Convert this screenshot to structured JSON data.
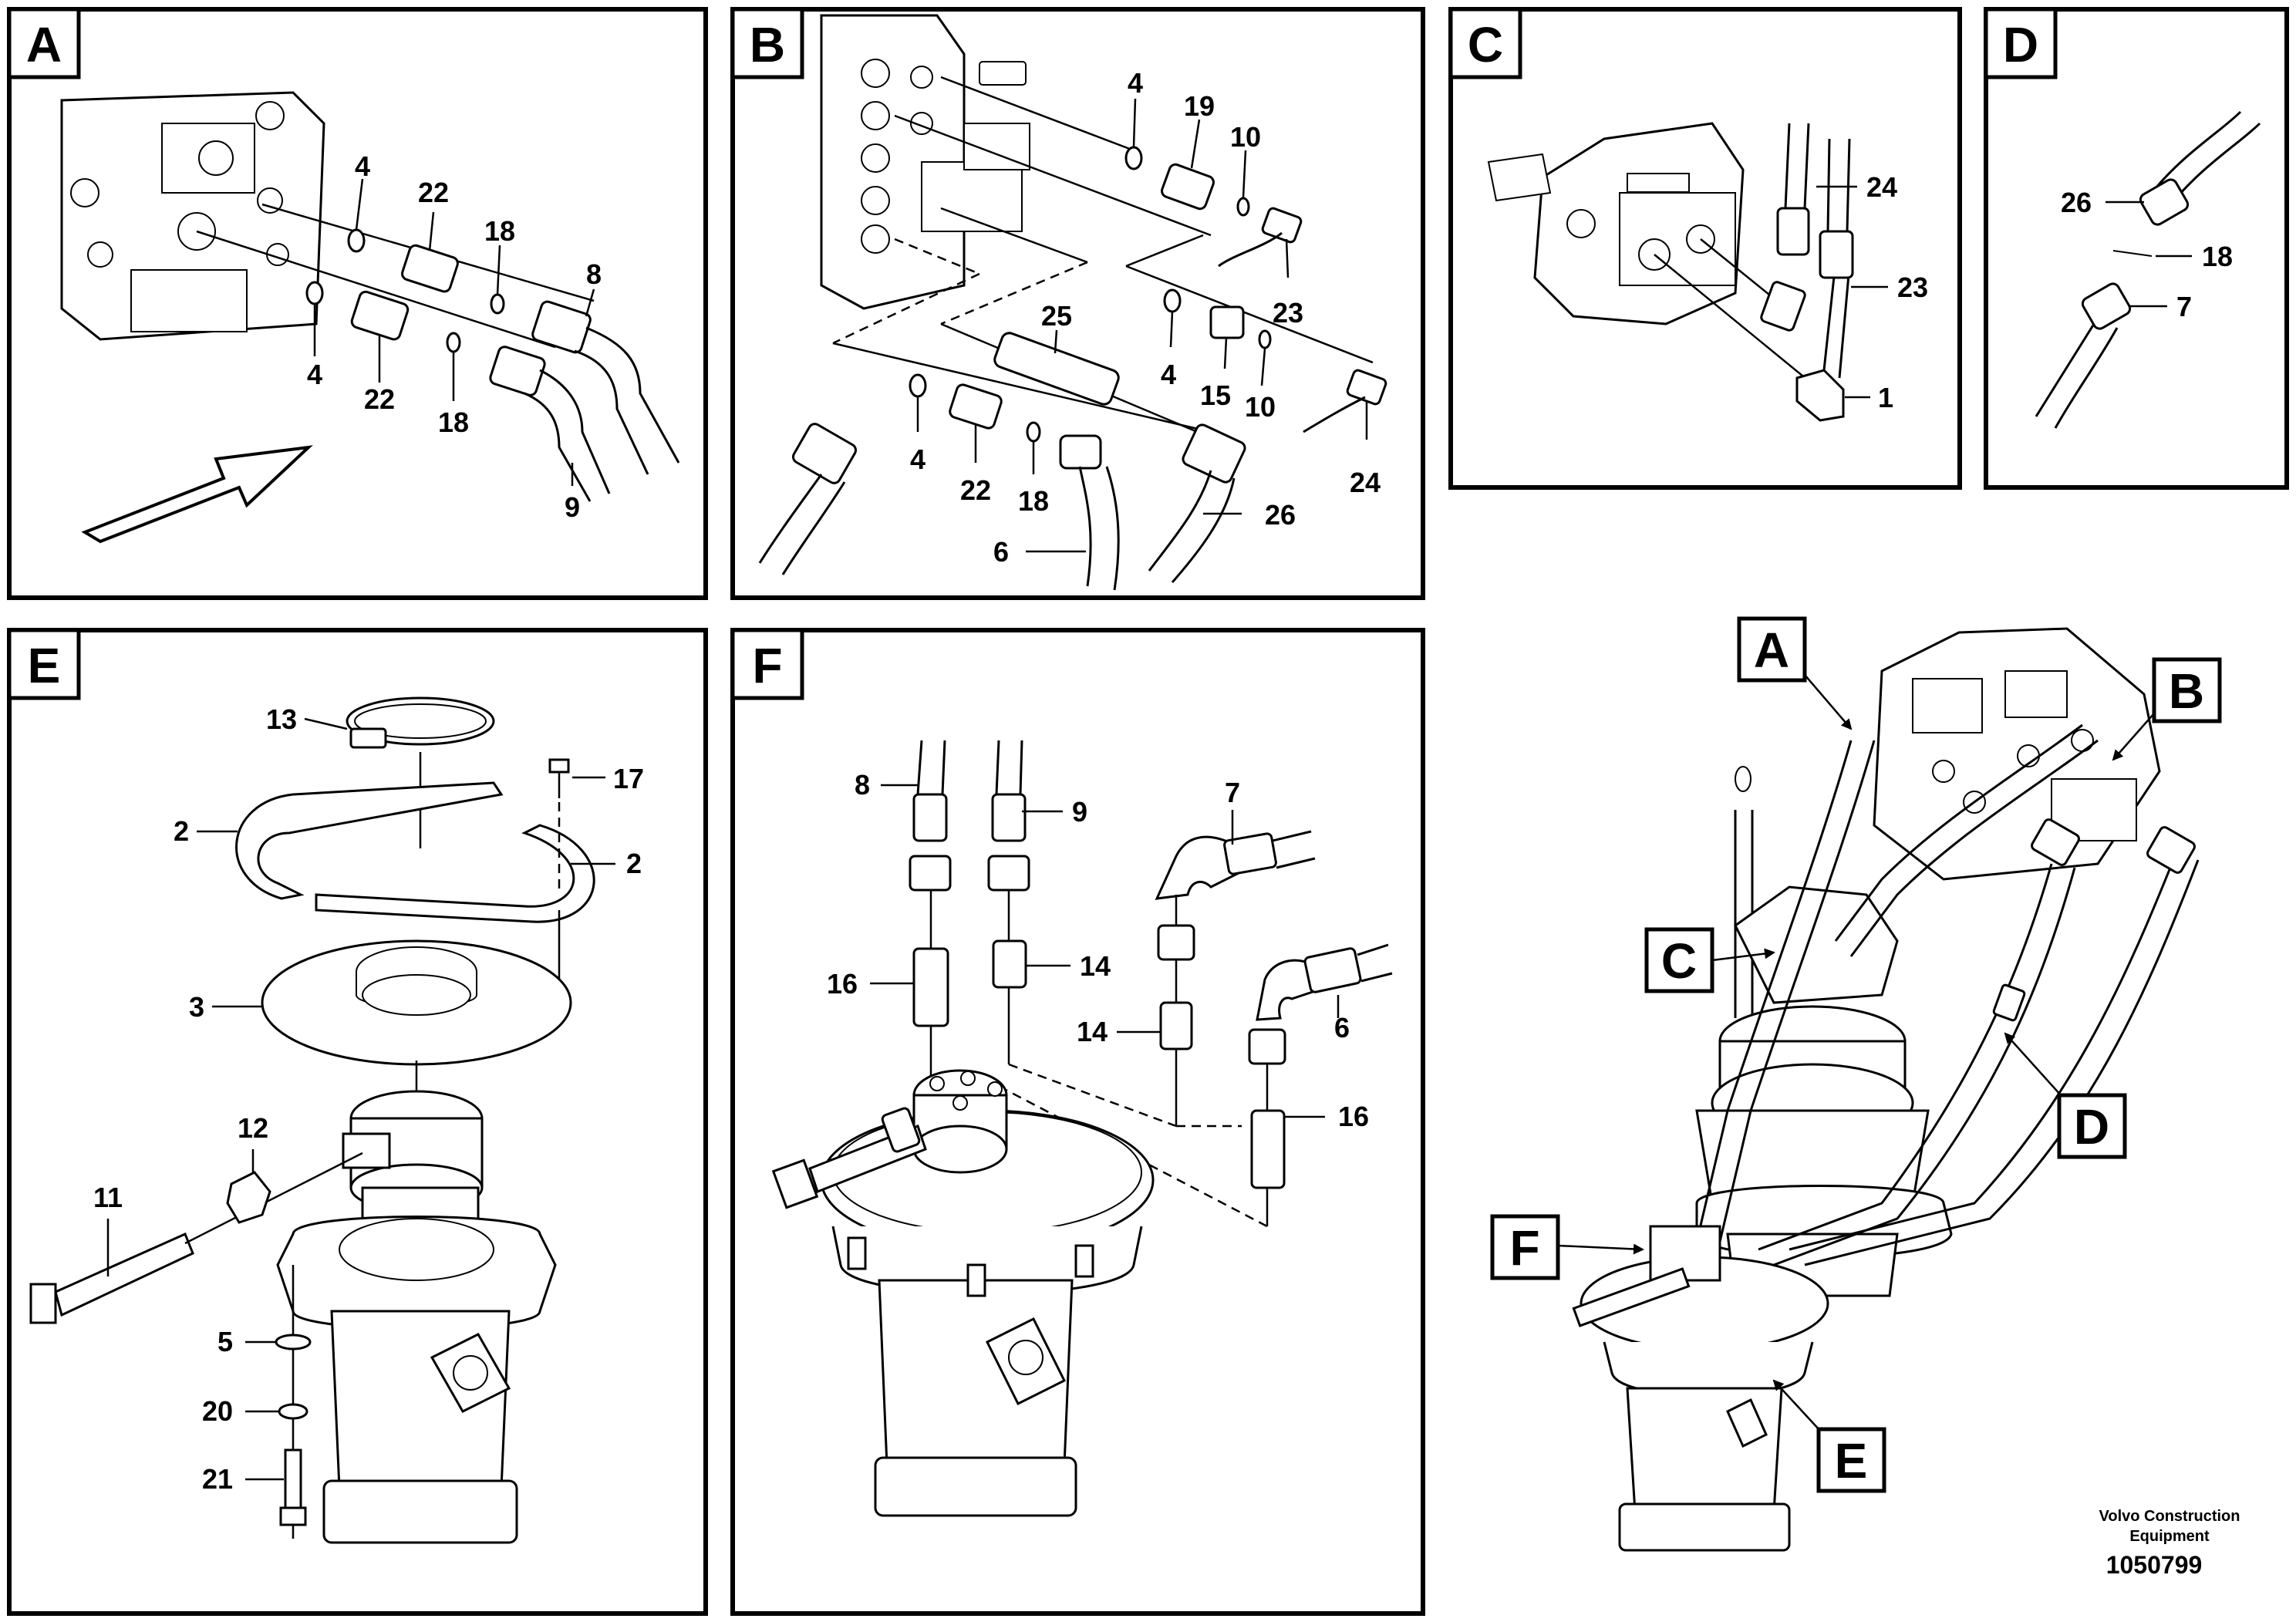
{
  "panels": {
    "A": {
      "letter": "A",
      "callouts": [
        "4",
        "22",
        "18",
        "8",
        "4",
        "22",
        "18",
        "9"
      ]
    },
    "B": {
      "letter": "B",
      "callouts": [
        "4",
        "19",
        "10",
        "23",
        "25",
        "4",
        "15",
        "10",
        "24",
        "4",
        "22",
        "18",
        "6",
        "26"
      ]
    },
    "C": {
      "letter": "C",
      "callouts": [
        "24",
        "23",
        "1"
      ]
    },
    "D": {
      "letter": "D",
      "callouts": [
        "26",
        "18",
        "7"
      ]
    },
    "E": {
      "letter": "E",
      "callouts": [
        "13",
        "17",
        "2",
        "2",
        "3",
        "12",
        "11",
        "5",
        "20",
        "21"
      ]
    },
    "F": {
      "letter": "F",
      "callouts": [
        "8",
        "9",
        "7",
        "16",
        "14",
        "14",
        "6",
        "16"
      ]
    }
  },
  "overview": {
    "tags": [
      "A",
      "B",
      "C",
      "D",
      "F",
      "E"
    ]
  },
  "footer": {
    "brand_line1": "Volvo Construction",
    "brand_line2": "Equipment",
    "drawing_number": "1050799"
  }
}
